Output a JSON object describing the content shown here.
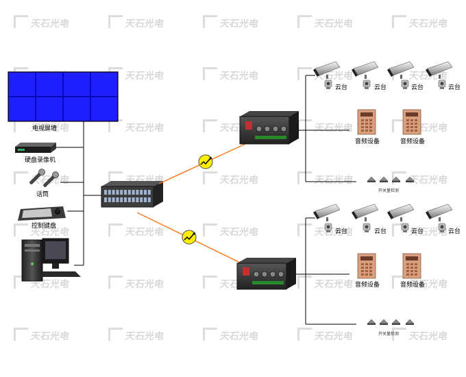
{
  "watermark": {
    "text": "天石光电"
  },
  "left_devices": {
    "video_wall": {
      "label": "电视屏墙"
    },
    "dvr": {
      "label": "硬盘录像机"
    },
    "microphone": {
      "label": "话筒"
    },
    "keyboard": {
      "label": "控制键盘"
    }
  },
  "remote_sites": [
    {
      "ptz_labels": [
        "云台",
        "云台",
        "云台",
        "云台"
      ],
      "audio_labels": [
        "音频设备",
        "音频设备"
      ],
      "switch_label": "开关量检测"
    },
    {
      "ptz_labels": [
        "云台",
        "云台",
        "云台",
        "云台"
      ],
      "audio_labels": [
        "音频设备",
        "音频设备"
      ],
      "switch_label": "开关量检测"
    }
  ],
  "colors": {
    "video_wall": "#1a1aff",
    "fiber_line": "#ff7a1a",
    "fiber_icon": "#ffee00",
    "connector_line": "#000000",
    "audio_device": "#d9a080"
  }
}
